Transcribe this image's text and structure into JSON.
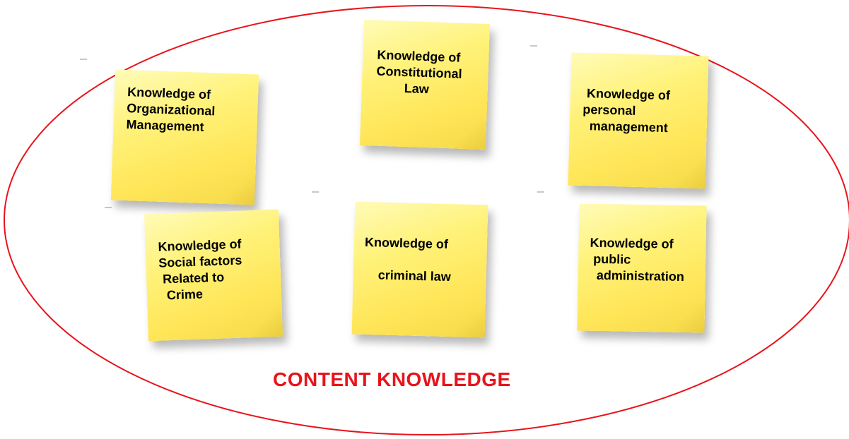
{
  "diagram": {
    "caption": "CONTENT KNOWLEDGE",
    "outline_color": "#e8141b",
    "note_color": "#ffee66",
    "notes": [
      {
        "lines": "Knowledge of\nOrganizational\nManagement"
      },
      {
        "lines": "Knowledge of\nConstitutional\n        Law"
      },
      {
        "lines": " Knowledge of\npersonal\n  management"
      },
      {
        "lines": "Knowledge of\nSocial factors\n Related to\n  Crime"
      },
      {
        "lines": "Knowledge of\n\n    criminal law"
      },
      {
        "lines": "Knowledge of\n public\n  administration"
      }
    ]
  }
}
